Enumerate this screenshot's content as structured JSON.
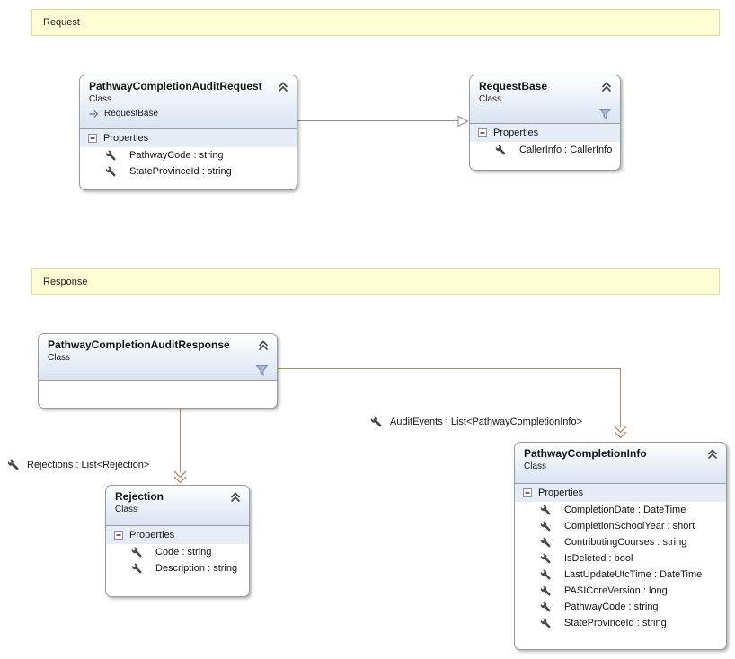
{
  "banners": {
    "request": {
      "label": "Request"
    },
    "response": {
      "label": "Response"
    }
  },
  "classes": {
    "audit_request": {
      "title": "PathwayCompletionAuditRequest",
      "kind": "Class",
      "base_type": "RequestBase",
      "properties_header": "Properties",
      "properties": [
        "PathwayCode : string",
        "StateProvinceId : string"
      ]
    },
    "request_base": {
      "title": "RequestBase",
      "kind": "Class",
      "properties_header": "Properties",
      "properties": [
        "CallerInfo : CallerInfo"
      ]
    },
    "audit_response": {
      "title": "PathwayCompletionAuditResponse",
      "kind": "Class"
    },
    "rejection": {
      "title": "Rejection",
      "kind": "Class",
      "properties_header": "Properties",
      "properties": [
        "Code : string",
        "Description : string"
      ]
    },
    "completion_info": {
      "title": "PathwayCompletionInfo",
      "kind": "Class",
      "properties_header": "Properties",
      "properties": [
        "CompletionDate : DateTime",
        "CompletionSchoolYear : short",
        "ContributingCourses : string",
        "IsDeleted : bool",
        "LastUpdateUtcTime : DateTime",
        "PASICoreVersion : long",
        "PathwayCode : string",
        "StateProvinceId : string"
      ]
    }
  },
  "associations": {
    "rejections": {
      "label": "Rejections : List<Rejection>"
    },
    "audit_events": {
      "label": "AuditEvents : List<PathwayCompletionInfo>"
    }
  },
  "icons": {
    "collapse": "chevron-double-up",
    "section_collapse": "minus-box",
    "property": "wrench",
    "filter": "funnel",
    "inheritance_glyph": "arrow-right"
  },
  "colors": {
    "banner_bg": "#FFFFD6",
    "banner_border": "#DBDB9E",
    "box_border": "#9B9B9B",
    "header_gradient_bottom": "#D9E3F2",
    "section_bar_bg": "#E7EDF7",
    "association_line": "#B5885C",
    "inheritance_line": "#8C8C8C"
  }
}
